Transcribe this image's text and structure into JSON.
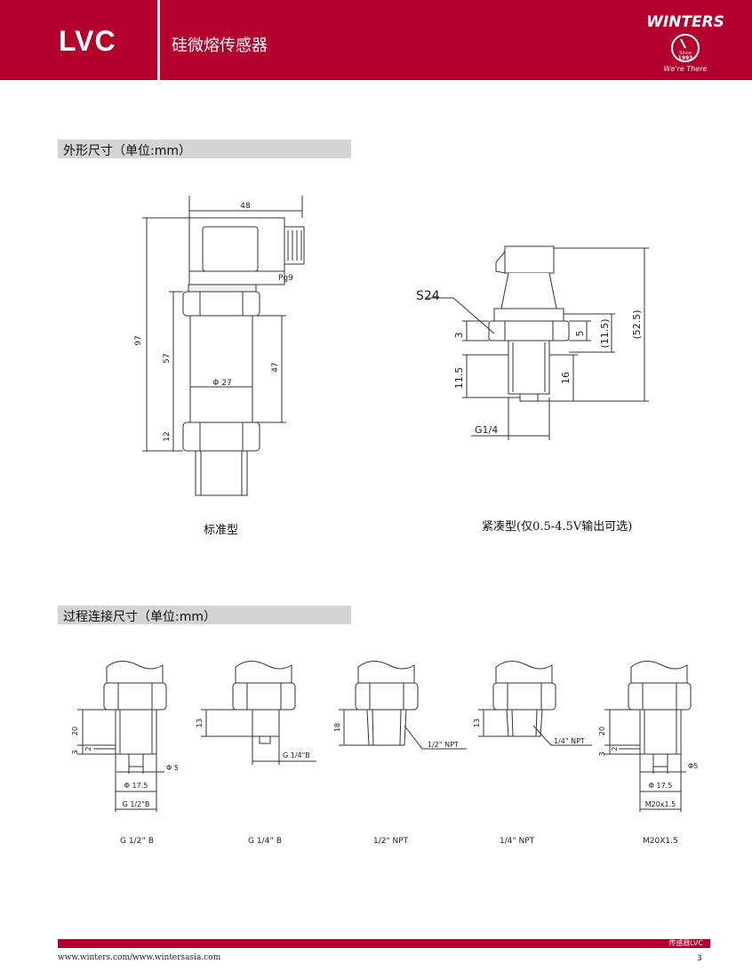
{
  "header": {
    "model": "LVC",
    "product_title": "硅微熔传感器",
    "logo_text": "WINTERS",
    "logo_since": "Since",
    "logo_year": "1993",
    "logo_slogan": "We're There"
  },
  "section1": {
    "title": "外形尺寸（单位:mm）",
    "standard_caption": "标准型",
    "compact_caption": "紧凑型(仅0.5-4.5V输出可选)",
    "standard_dims": {
      "width": "48",
      "height": "97",
      "body_height": "57",
      "lower_height": "47",
      "diameter": "Φ 27",
      "bottom": "12",
      "cable": "Pg9"
    },
    "compact_dims": {
      "wrench": "S24",
      "d3": "3",
      "d5": "5",
      "d11_5a": "(11.5)",
      "d52_5": "(52.5)",
      "d11_5b": "11.5",
      "d16": "16",
      "thread": "G1/4"
    }
  },
  "section2": {
    "title": "过程连接尺寸（单位:mm）",
    "fittings": [
      {
        "label": "G 1/2”  B",
        "dims": [
          "20",
          "3",
          "2",
          "Φ 5",
          "Φ 17.5",
          "G 1/2\"B"
        ]
      },
      {
        "label": "G 1/4”  B",
        "dims": [
          "13",
          "G 1/4\"B"
        ]
      },
      {
        "label": "1/2\" NPT",
        "dims": [
          "18",
          "1/2\" NPT"
        ]
      },
      {
        "label": "1/4\" NPT",
        "dims": [
          "13",
          "1/4\" NPT"
        ]
      },
      {
        "label": "M20X1.5",
        "dims": [
          "20",
          "3",
          "2",
          "Φ5",
          "Φ 17.5",
          "M20x1.5"
        ]
      }
    ]
  },
  "footer": {
    "tag": "传感器LVC",
    "url": "www.winters.com/www.wintersasia.com",
    "page": "3"
  },
  "colors": {
    "brand_red": "#b3002d",
    "section_gray": "#d4d4d4"
  }
}
